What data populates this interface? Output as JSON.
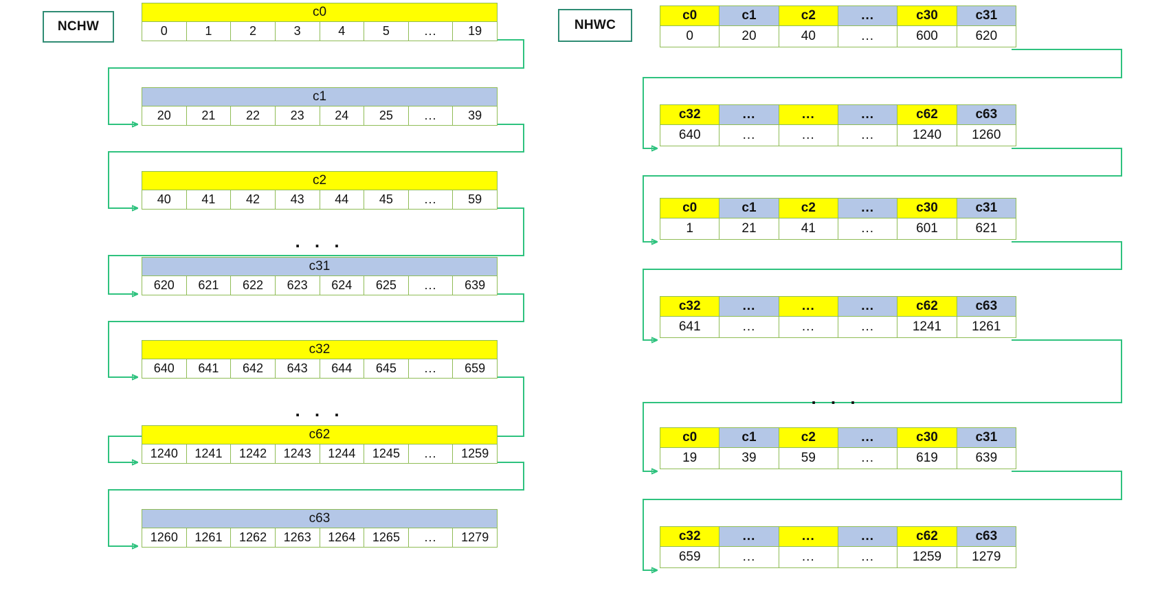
{
  "diagram": {
    "title": "NCHW vs NHWC tensor memory layout",
    "accent_green": "#2ec27e",
    "cell_border": "#8fbc55",
    "label_border": "#2e8b73",
    "yellow": "#ffff00",
    "blue": "#b4c7e7",
    "ellipsis": "...",
    "group_separator": ". . ."
  },
  "nchw": {
    "label": "NCHW",
    "rows": [
      {
        "channel": "c0",
        "fill": "yellow",
        "cells": [
          "0",
          "1",
          "2",
          "3",
          "4",
          "5",
          "...",
          "19"
        ]
      },
      {
        "channel": "c1",
        "fill": "blue",
        "cells": [
          "20",
          "21",
          "22",
          "23",
          "24",
          "25",
          "...",
          "39"
        ]
      },
      {
        "channel": "c2",
        "fill": "yellow",
        "cells": [
          "40",
          "41",
          "42",
          "43",
          "44",
          "45",
          "...",
          "59"
        ]
      },
      {
        "channel": "c31",
        "fill": "blue",
        "cells": [
          "620",
          "621",
          "622",
          "623",
          "624",
          "625",
          "...",
          "639"
        ]
      },
      {
        "channel": "c32",
        "fill": "yellow",
        "cells": [
          "640",
          "641",
          "642",
          "643",
          "644",
          "645",
          "...",
          "659"
        ]
      },
      {
        "channel": "c62",
        "fill": "yellow",
        "cells": [
          "1240",
          "1241",
          "1242",
          "1243",
          "1244",
          "1245",
          "...",
          "1259"
        ]
      },
      {
        "channel": "c63",
        "fill": "blue",
        "cells": [
          "1260",
          "1261",
          "1262",
          "1263",
          "1264",
          "1265",
          "...",
          "1279"
        ]
      }
    ]
  },
  "nhwc": {
    "label": "NHWC",
    "rows": [
      {
        "headers": [
          "c0",
          "c1",
          "c2",
          "...",
          "c30",
          "c31"
        ],
        "fills": [
          "yellow",
          "blue",
          "yellow",
          "blue",
          "yellow",
          "blue"
        ],
        "cells": [
          "0",
          "20",
          "40",
          "...",
          "600",
          "620"
        ]
      },
      {
        "headers": [
          "c32",
          "...",
          "...",
          "...",
          "c62",
          "c63"
        ],
        "fills": [
          "yellow",
          "blue",
          "yellow",
          "blue",
          "yellow",
          "blue"
        ],
        "cells": [
          "640",
          "...",
          "...",
          "...",
          "1240",
          "1260"
        ]
      },
      {
        "headers": [
          "c0",
          "c1",
          "c2",
          "...",
          "c30",
          "c31"
        ],
        "fills": [
          "yellow",
          "blue",
          "yellow",
          "blue",
          "yellow",
          "blue"
        ],
        "cells": [
          "1",
          "21",
          "41",
          "...",
          "601",
          "621"
        ]
      },
      {
        "headers": [
          "c32",
          "...",
          "...",
          "...",
          "c62",
          "c63"
        ],
        "fills": [
          "yellow",
          "blue",
          "yellow",
          "blue",
          "yellow",
          "blue"
        ],
        "cells": [
          "641",
          "...",
          "...",
          "...",
          "1241",
          "1261"
        ]
      },
      {
        "headers": [
          "c0",
          "c1",
          "c2",
          "...",
          "c30",
          "c31"
        ],
        "fills": [
          "yellow",
          "blue",
          "yellow",
          "blue",
          "yellow",
          "blue"
        ],
        "cells": [
          "19",
          "39",
          "59",
          "...",
          "619",
          "639"
        ]
      },
      {
        "headers": [
          "c32",
          "...",
          "...",
          "...",
          "c62",
          "c63"
        ],
        "fills": [
          "yellow",
          "blue",
          "yellow",
          "blue",
          "yellow",
          "blue"
        ],
        "cells": [
          "659",
          "...",
          "...",
          "...",
          "1259",
          "1279"
        ]
      }
    ]
  }
}
